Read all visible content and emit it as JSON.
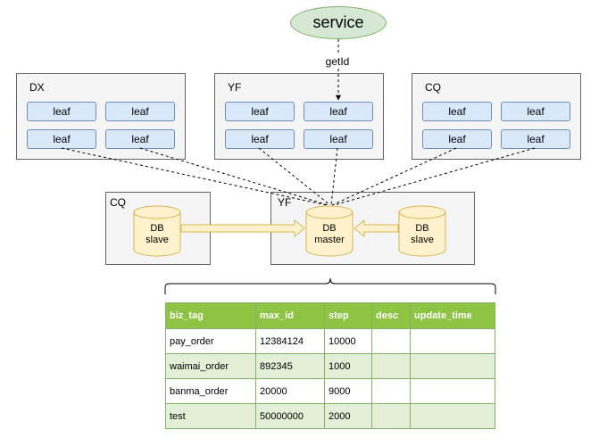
{
  "service": {
    "label": "service",
    "edge_label": "getId"
  },
  "groups": [
    {
      "label": "DX",
      "leaves": [
        "leaf",
        "leaf",
        "leaf",
        "leaf"
      ]
    },
    {
      "label": "YF",
      "leaves": [
        "leaf",
        "leaf",
        "leaf",
        "leaf"
      ]
    },
    {
      "label": "CQ",
      "leaves": [
        "leaf",
        "leaf",
        "leaf",
        "leaf"
      ]
    }
  ],
  "db_groups": [
    {
      "label": "CQ"
    },
    {
      "label": "YF"
    }
  ],
  "databases": {
    "cq_slave": {
      "line1": "DB",
      "line2": "slave"
    },
    "yf_master": {
      "line1": "DB",
      "line2": "master"
    },
    "yf_slave": {
      "line1": "DB",
      "line2": "slave"
    }
  },
  "table": {
    "headers": [
      "biz_tag",
      "max_id",
      "step",
      "desc",
      "update_time"
    ],
    "rows": [
      [
        "pay_order",
        "12384124",
        "10000",
        "",
        ""
      ],
      [
        "waimai_order",
        "892345",
        "1000",
        "",
        ""
      ],
      [
        "banma_order",
        "20000",
        "9000",
        "",
        ""
      ],
      [
        "test",
        "50000000",
        "2000",
        "",
        ""
      ]
    ]
  },
  "colors": {
    "leaf_fill": "#dae8fc",
    "leaf_stroke": "#6c8ebf",
    "service_fill": "#d5e8d4",
    "service_stroke": "#82b366",
    "db_fill": "#fff2cc",
    "db_stroke": "#d6b656",
    "table_header": "#8dc443",
    "table_alt": "#e3efd6"
  }
}
